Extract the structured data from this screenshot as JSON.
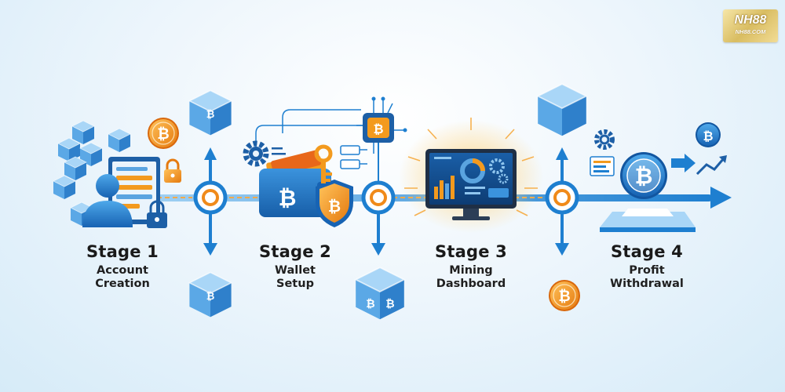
{
  "logo": {
    "line1": "NH88",
    "line2": "NH88.COM"
  },
  "stages": [
    {
      "title": "Stage 1",
      "line1": "Account",
      "line2": "Creation"
    },
    {
      "title": "Stage 2",
      "line1": "Wallet",
      "line2": "Setup"
    },
    {
      "title": "Stage 3",
      "line1": "Mining",
      "line2": "Dashboard"
    },
    {
      "title": "Stage 4",
      "line1": "Profit",
      "line2": "Withdrawal"
    }
  ],
  "icons": {
    "coin": "bitcoin-coin-icon",
    "cube": "blockchain-cube-icon",
    "user": "user-icon",
    "lock": "padlock-icon",
    "wallet": "wallet-icon",
    "shield": "shield-icon",
    "key": "key-icon",
    "chip": "chip-icon",
    "gear": "gear-icon",
    "monitor": "monitor-icon",
    "growth": "growth-arrow-icon"
  },
  "colors": {
    "accent": "#1e7fd0",
    "coin": "#f39a1e",
    "node": "#f08a1a",
    "text": "#1a1a1a"
  }
}
